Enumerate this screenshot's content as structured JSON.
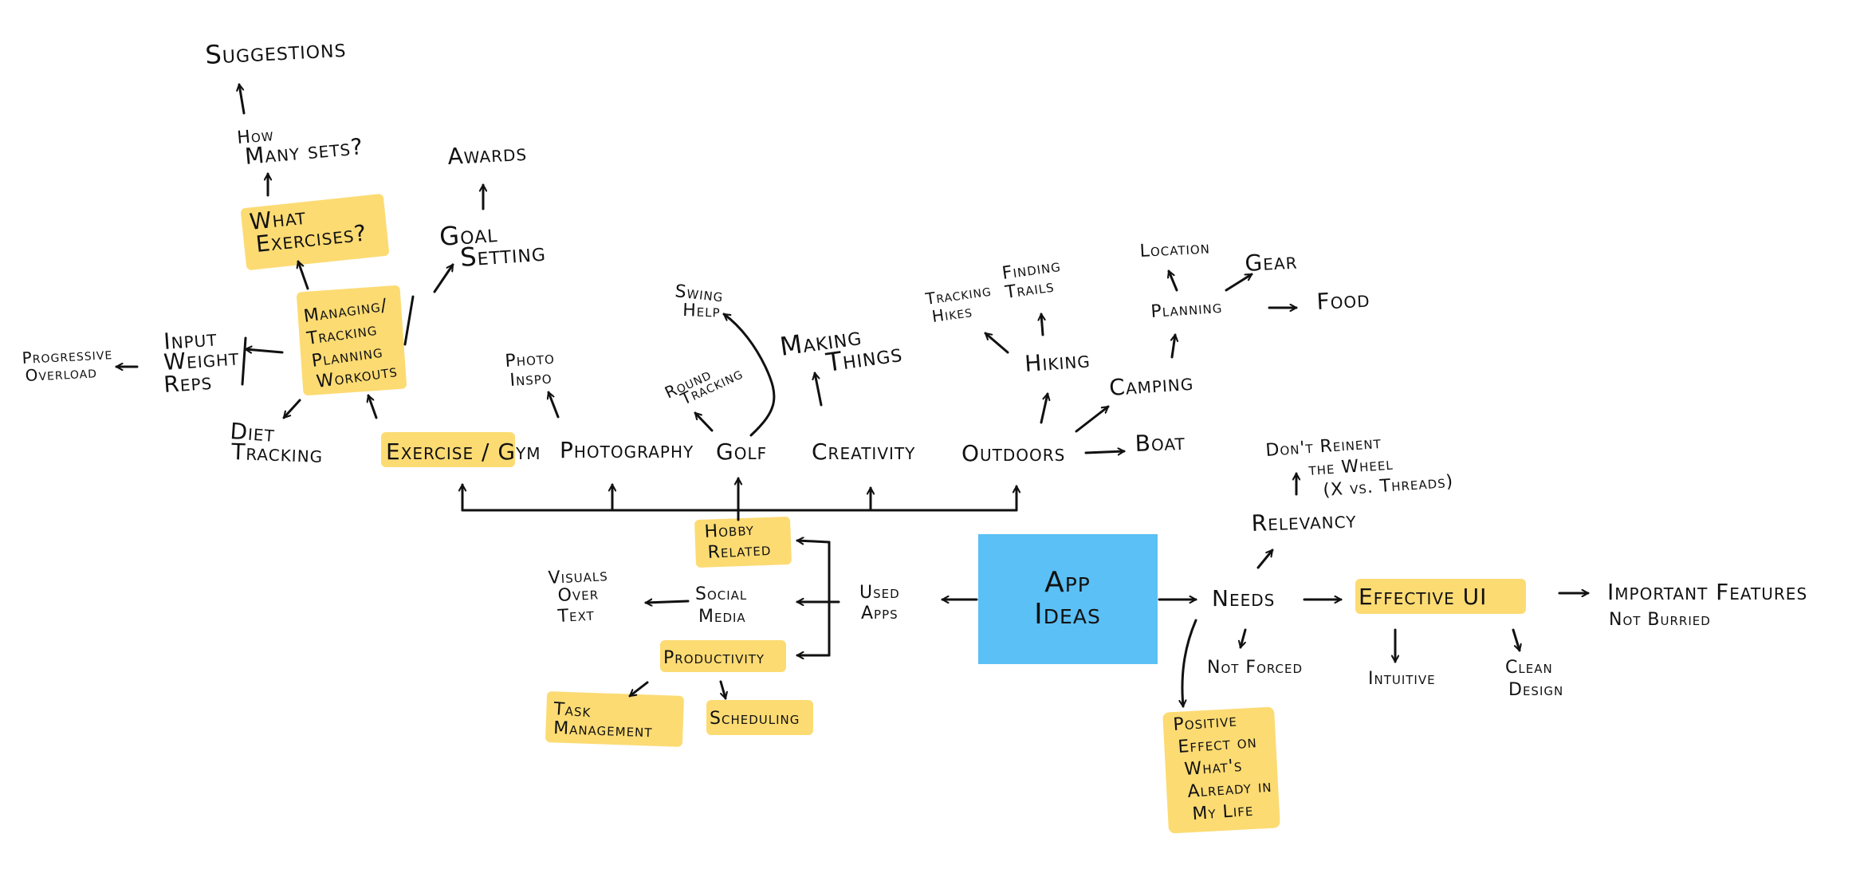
{
  "center": {
    "line1": "App",
    "line2": "Ideas",
    "color": "#5bc0f5"
  },
  "highlight_color": "#fbd55b",
  "nodes": {
    "suggestions": "Suggestions",
    "how_many_sets_1": "How",
    "how_many_sets_2": "Many sets?",
    "what_exercises_1": "What",
    "what_exercises_2": "Exercises?",
    "awards": "Awards",
    "goal_setting_1": "Goal",
    "goal_setting_2": "Setting",
    "managing_1": "Managing/",
    "managing_2": "Tracking",
    "managing_3": "Planning",
    "managing_4": "Workouts",
    "input_1": "Input",
    "input_2": "Weight",
    "input_3": "Reps",
    "progressive_1": "Progressive",
    "progressive_2": "Overload",
    "diet_1": "Diet",
    "diet_2": "Tracking",
    "exercise_gym": "Exercise / Gym",
    "photo_inspo_1": "Photo",
    "photo_inspo_2": "Inspo",
    "photography": "Photography",
    "swing_help_1": "Swing",
    "swing_help_2": "Help",
    "round_tracking_1": "Round",
    "round_tracking_2": "Tracking",
    "golf": "Golf",
    "making_things_1": "Making",
    "making_things_2": "Things",
    "creativity": "Creativity",
    "tracking_hikes_1": "Tracking",
    "tracking_hikes_2": "Hikes",
    "finding_trails_1": "Finding",
    "finding_trails_2": "Trails",
    "hiking": "Hiking",
    "location": "Location",
    "gear": "Gear",
    "planning": "Planning",
    "food": "Food",
    "camping": "Camping",
    "boat": "Boat",
    "outdoors": "Outdoors",
    "dont_reinvent_1": "Don't Reinent",
    "dont_reinvent_2": "the Wheel",
    "dont_reinvent_3": "(X vs. Threads)",
    "relevancy": "Relevancy",
    "hobby_1": "Hobby",
    "hobby_2": "Related",
    "visuals_1": "Visuals",
    "visuals_2": "Over",
    "visuals_3": "Text",
    "social_1": "Social",
    "social_2": "Media",
    "used_apps_1": "Used",
    "used_apps_2": "Apps",
    "productivity": "Productivity",
    "task_1": "Task",
    "task_2": "Management",
    "scheduling": "Scheduling",
    "needs": "Needs",
    "effective_ui": "Effective UI",
    "important_1": "Important Features",
    "important_2": "Not Burried",
    "not_forced": "Not Forced",
    "intuitive": "Intuitive",
    "clean_1": "Clean",
    "clean_2": "Design",
    "positive_1": "Positive",
    "positive_2": "Effect on",
    "positive_3": "What's",
    "positive_4": "Already in",
    "positive_5": "My Life"
  }
}
